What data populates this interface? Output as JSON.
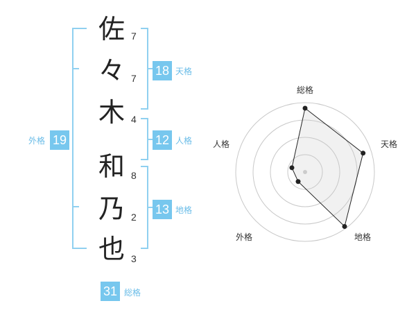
{
  "name": {
    "characters": [
      {
        "char": "佐",
        "strokes": "7"
      },
      {
        "char": "々",
        "strokes": "7"
      },
      {
        "char": "木",
        "strokes": "4"
      },
      {
        "char": "和",
        "strokes": "8"
      },
      {
        "char": "乃",
        "strokes": "2"
      },
      {
        "char": "也",
        "strokes": "3"
      }
    ]
  },
  "fortune": {
    "tenkaku": {
      "value": "18",
      "label": "天格"
    },
    "jinkaku": {
      "value": "12",
      "label": "人格"
    },
    "chikaku": {
      "value": "13",
      "label": "地格"
    },
    "gaikaku": {
      "value": "19",
      "label": "外格"
    },
    "soukaku": {
      "value": "31",
      "label": "総格"
    }
  },
  "colors": {
    "accent": "#77c7ee",
    "accent_text": "#6bbde8",
    "bracket": "#8fd0f0"
  },
  "radar": {
    "axes": [
      {
        "label": "総格",
        "value": 0.92
      },
      {
        "label": "天格",
        "value": 0.88
      },
      {
        "label": "地格",
        "value": 0.97
      },
      {
        "label": "外格",
        "value": 0.17
      },
      {
        "label": "人格",
        "value": 0.2
      }
    ],
    "max": 1,
    "rings": 4
  }
}
